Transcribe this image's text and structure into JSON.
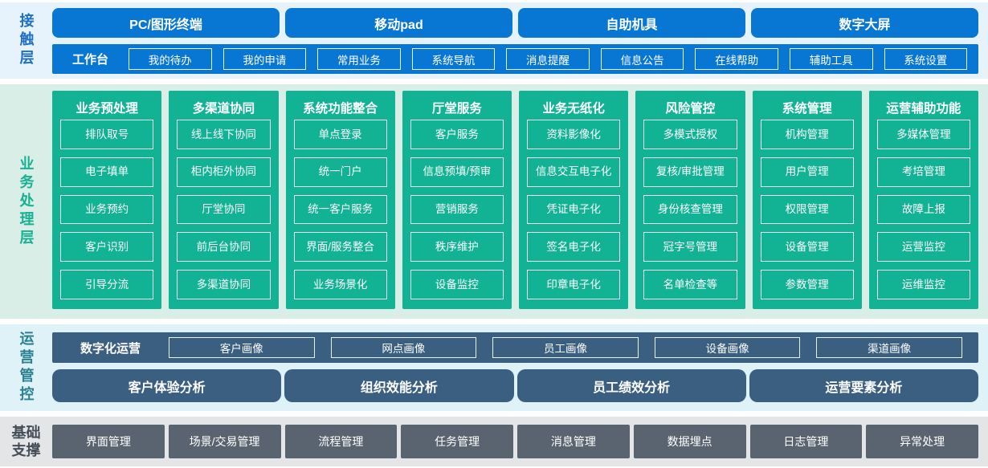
{
  "layers": {
    "contact": {
      "label": "接触层",
      "channels": [
        "PC/图形终端",
        "移动pad",
        "自助机具",
        "数字大屏"
      ],
      "workbench": {
        "label": "工作台",
        "items": [
          "我的待办",
          "我的申请",
          "常用业务",
          "系统导航",
          "消息提醒",
          "信息公告",
          "在线帮助",
          "辅助工具",
          "系统设置"
        ]
      }
    },
    "business": {
      "label": "业务处理层",
      "columns": [
        {
          "title": "业务预处理",
          "items": [
            "排队取号",
            "电子填单",
            "业务预约",
            "客户识别",
            "引导分流"
          ]
        },
        {
          "title": "多渠道协同",
          "items": [
            "线上线下协同",
            "柜内柜外协同",
            "厅堂协同",
            "前后台协同",
            "多渠道协同"
          ]
        },
        {
          "title": "系统功能整合",
          "items": [
            "单点登录",
            "统一门户",
            "统一客户服务",
            "界面/服务整合",
            "业务场景化"
          ]
        },
        {
          "title": "厅堂服务",
          "items": [
            "客户服务",
            "信息预填/预审",
            "营销服务",
            "秩序维护",
            "设备监控"
          ]
        },
        {
          "title": "业务无纸化",
          "items": [
            "资料影像化",
            "信息交互电子化",
            "凭证电子化",
            "签名电子化",
            "印章电子化"
          ]
        },
        {
          "title": "风险管控",
          "items": [
            "多模式授权",
            "复核/审批管理",
            "身份核查管理",
            "冠字号管理",
            "名单检查等"
          ]
        },
        {
          "title": "系统管理",
          "items": [
            "机构管理",
            "用户管理",
            "权限管理",
            "设备管理",
            "参数管理"
          ]
        },
        {
          "title": "运营辅助功能",
          "items": [
            "多媒体管理",
            "考培管理",
            "故障上报",
            "运营监控",
            "运维监控"
          ]
        }
      ]
    },
    "operations": {
      "label": "运营管控",
      "digital": {
        "label": "数字化运营",
        "items": [
          "客户画像",
          "网点画像",
          "员工画像",
          "设备画像",
          "渠道画像"
        ]
      },
      "analysis": [
        "客户体验分析",
        "组织效能分析",
        "员工绩效分析",
        "运营要素分析"
      ]
    },
    "foundation": {
      "label": "基础支撑",
      "items": [
        "界面管理",
        "场景/交易管理",
        "流程管理",
        "任务管理",
        "消息管理",
        "数据埋点",
        "日志管理",
        "异常处理"
      ]
    }
  },
  "colors": {
    "contact_blue": "#0877d4",
    "business_green": "#12b294",
    "operations_slate": "#3a5f80",
    "foundation_gray": "#5a6470",
    "contact_band_bg": "#e7f3fc",
    "business_band_bg": "#d8eee6",
    "operations_band_bg": "#def2f7",
    "foundation_band_bg": "#e3e5e7"
  }
}
